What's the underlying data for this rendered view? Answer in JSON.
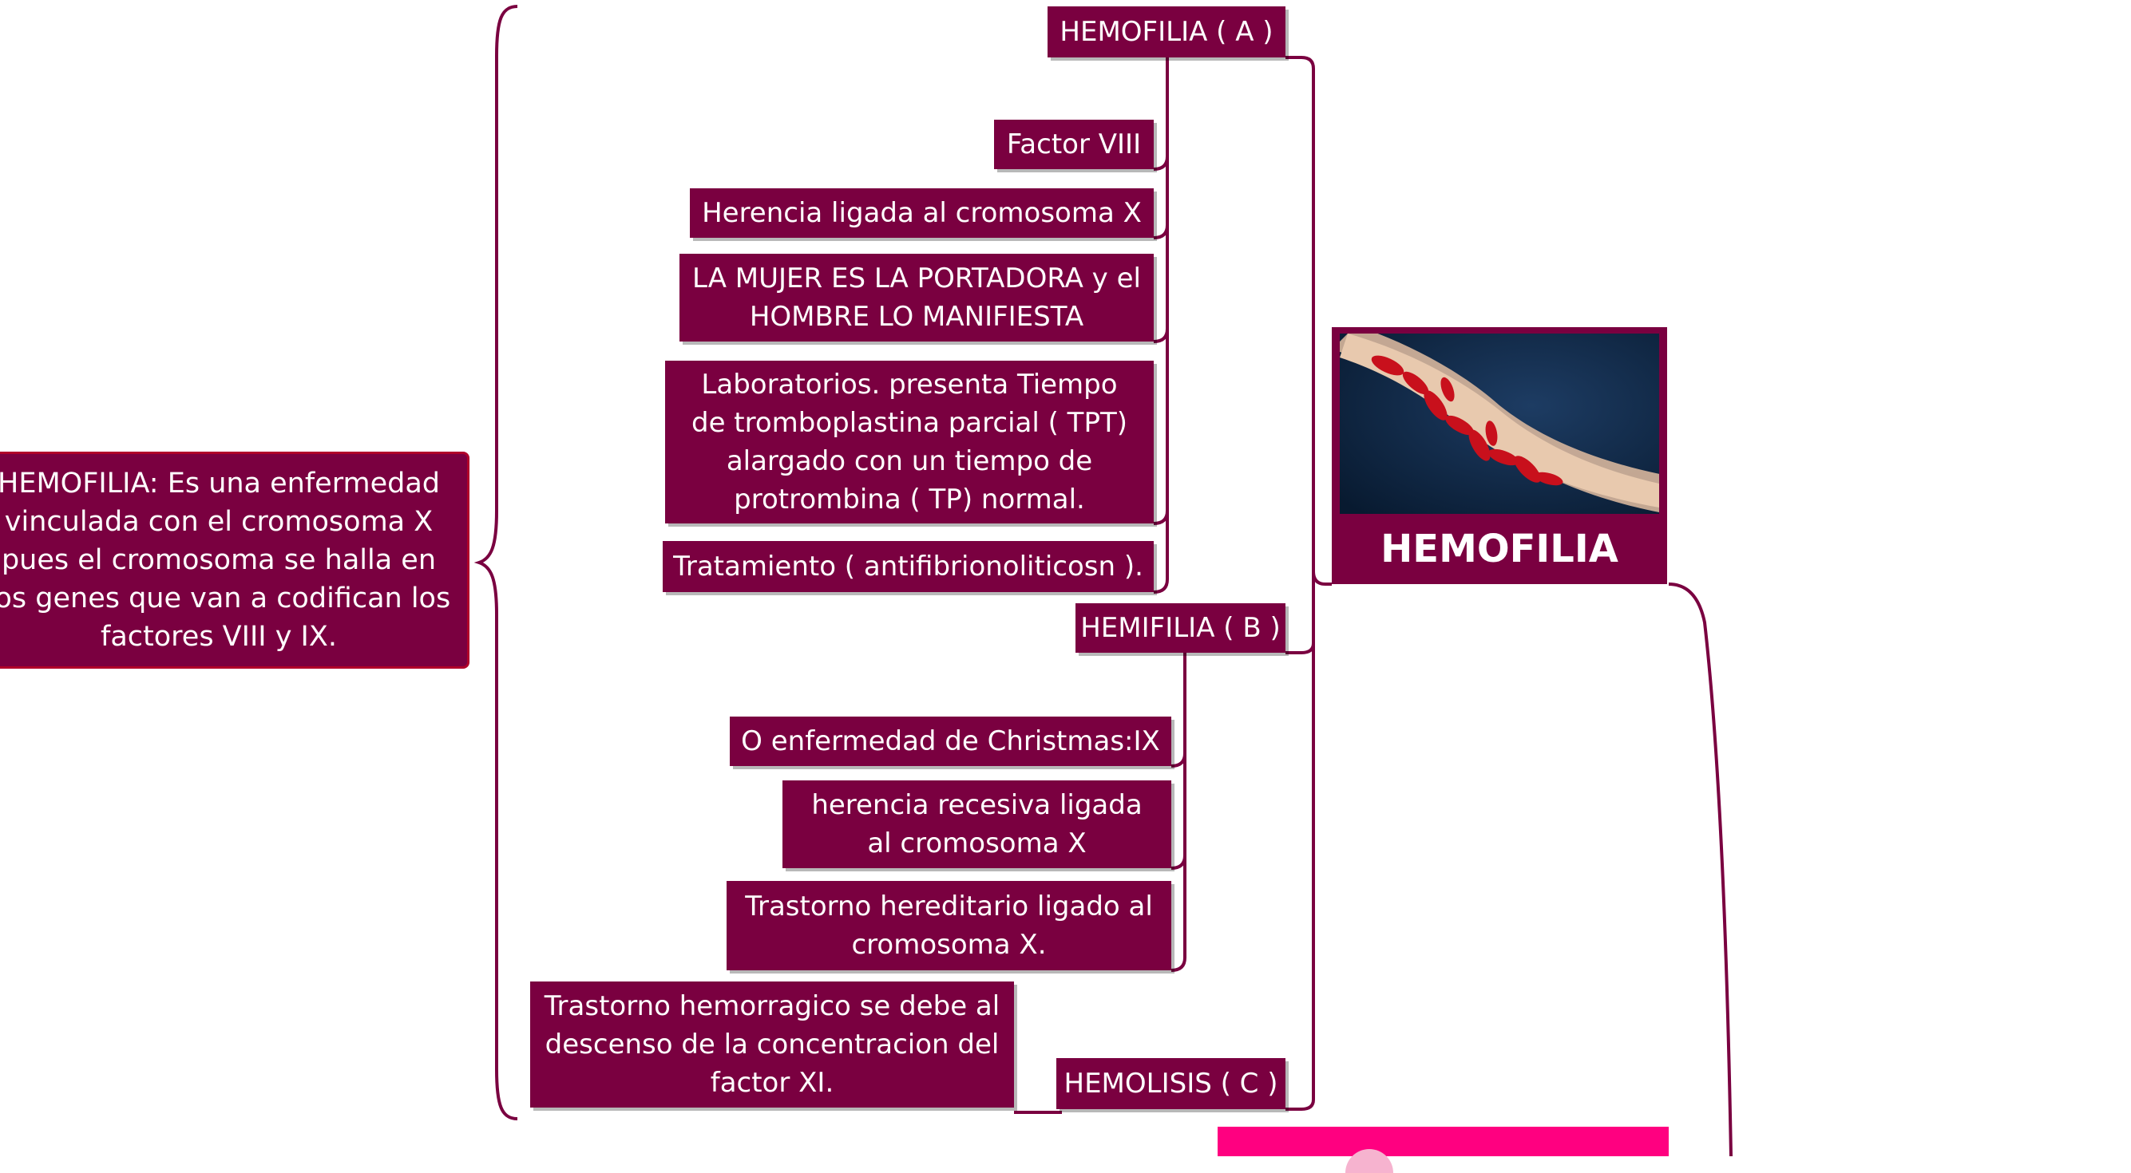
{
  "root": {
    "text": "HEMOFILIA: Es una enfermedad vinculada con el cromosoma X pues el cromosoma se halla en los genes que van a codifican los factores VIII y IX."
  },
  "main_topic": {
    "title": "HEMOFILIA",
    "image": "blood-vessel-red-cells-illustration"
  },
  "branches": {
    "a": {
      "label": "HEMOFILIA  ( A )",
      "items": [
        "Factor VIII",
        "Herencia ligada al cromosoma X",
        "LA MUJER ES LA PORTADORA y el HOMBRE LO MANIFIESTA",
        "Laboratorios. presenta Tiempo de tromboplastina parcial ( TPT) alargado con un tiempo de protrombina ( TP) normal.",
        "Tratamiento ( antifibrionoliticosn )."
      ]
    },
    "b": {
      "label": "HEMIFILIA ( B )",
      "items": [
        "O enfermedad de Christmas:IX",
        "herencia recesiva ligada al cromosoma X",
        "Trastorno hereditario ligado al cromosoma X."
      ]
    },
    "c": {
      "label": "HEMOLISIS ( C )",
      "items": [
        "Trastorno hemorragico se debe al descenso de la concentracion del factor XI."
      ]
    }
  },
  "colors": {
    "node_fill": "#7a0040",
    "line": "#7a0040",
    "root_border": "#b0002a",
    "accent_pink": "#ff0080",
    "text": "#ffffff"
  }
}
